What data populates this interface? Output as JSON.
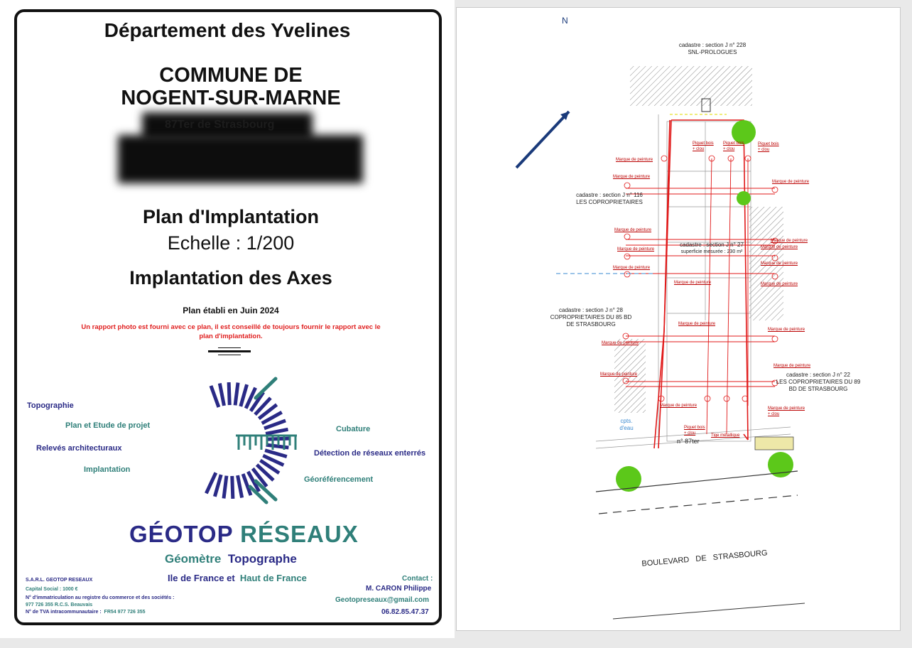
{
  "cover": {
    "department": "Département des Yvelines",
    "commune_line1": "COMMUNE DE",
    "commune_line2": "NOGENT-SUR-MARNE",
    "address_partial": "87Ter de Strasbourg",
    "plan_title": "Plan d'Implantation",
    "scale": "Echelle : 1/200",
    "subtitle": "Implantation des Axes",
    "date_line": "Plan établi en Juin 2024",
    "warning_line1": "Un rapport photo est fourni avec ce plan, il est conseillé de toujours fournir le rapport avec le",
    "warning_line2": "plan d'implantation."
  },
  "services_left": [
    "Topographie",
    "Plan et Etude de projet",
    "Relevés architecturaux",
    "Implantation"
  ],
  "services_right": [
    "Cubature",
    "Détection de réseaux enterrés",
    "Géoréférencement"
  ],
  "brand": {
    "name_part1": "GÉOTOP",
    "name_part2": "RÉSEAUX",
    "tag_part1": "Géomètre",
    "tag_part2": "Topographe",
    "region_part1": "Ile de France et",
    "region_part2": "Haut de France",
    "color_navy": "#2a2a86",
    "color_teal": "#2f7f79"
  },
  "company": {
    "name": "S.A.R.L. GEOTOP RESEAUX",
    "capital": "Capital Social : 1000 €",
    "registry_label": "N° d'immatriculation au registre du commerce et des sociétés :",
    "registry_value": "977 726 355 R.C.S. Beauvais",
    "vat_label": "N° de TVA intracommunautaire :",
    "vat_value": "FR54 977 726 355"
  },
  "contact": {
    "label": "Contact :",
    "person": "M. CARON Philippe",
    "email": "Geotopreseaux@gmail.com",
    "phone": "06.82.85.47.37"
  },
  "plan": {
    "north_label": "N",
    "parcel_top_1": "cadastre : section J n° 228",
    "parcel_top_2": "SNL-PROLOGUES",
    "parcel_116_1": "cadastre : section J n° 116",
    "parcel_116_2": "LES COPROPRIETAIRES",
    "parcel_27_1": "cadastre : section J n° 27",
    "parcel_27_2": "superficie mesurée : 230 m²",
    "parcel_28_1": "cadastre : section J n° 28",
    "parcel_28_2": "COPROPRIETAIRES DU 85 BD",
    "parcel_28_3": "DE STRASBOURG",
    "parcel_22_1": "cadastre : section J n° 22",
    "parcel_22_2": "LES COPROPRIETAIRES DU 89",
    "parcel_22_3": "BD DE STRASBOURG",
    "mark_paint": "Marque de peinture",
    "mark_paint_nail_1": "Marque de peinture",
    "mark_paint_nail_2": "+ clou",
    "stake_1": "Piquet bois",
    "stake_2": "+ clou",
    "metal_rod": "Tige métallique",
    "meters_1": "cpts.",
    "meters_2": "d'eau",
    "house_number": "n° 87ter",
    "street": "BOULEVARD   DE   STRASBOURG"
  }
}
